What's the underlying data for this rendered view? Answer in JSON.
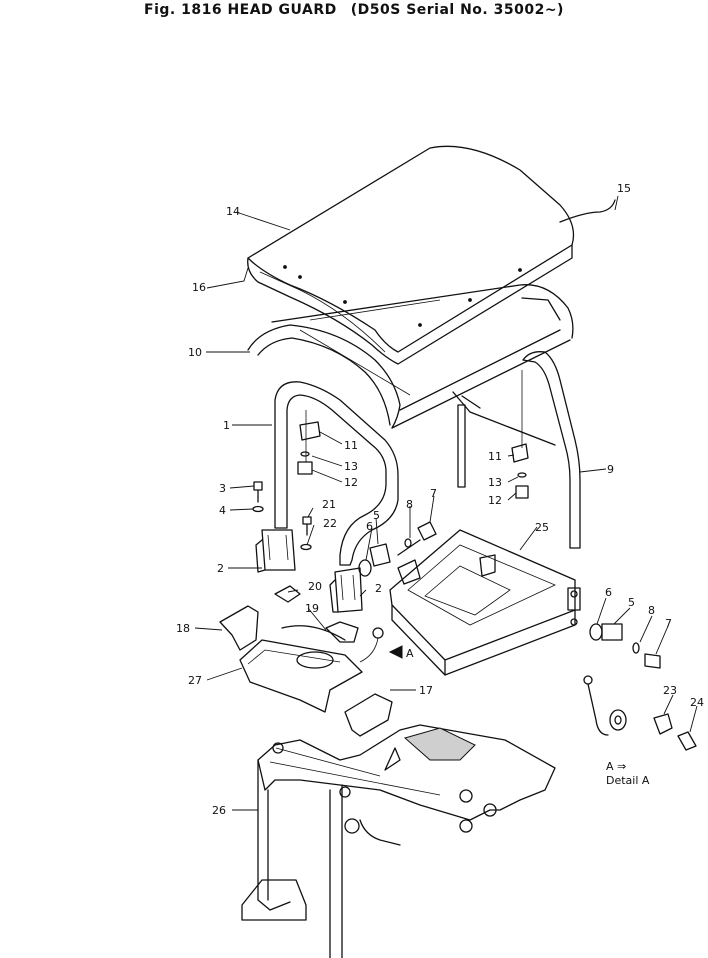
{
  "figure": {
    "title": "Fig. 1816  HEAD GUARD",
    "subtitle": "(D50S Serial No. 35002~)"
  },
  "detail": {
    "view": "A  ⇒  ",
    "name": "Detail A",
    "arrow_letter": "A"
  },
  "callouts": [
    {
      "id": "c1",
      "label": "1"
    },
    {
      "id": "c2a",
      "label": "2"
    },
    {
      "id": "c2b",
      "label": "2"
    },
    {
      "id": "c3",
      "label": "3"
    },
    {
      "id": "c4",
      "label": "4"
    },
    {
      "id": "c5a",
      "label": "5"
    },
    {
      "id": "c5b",
      "label": "5"
    },
    {
      "id": "c6a",
      "label": "6"
    },
    {
      "id": "c6b",
      "label": "6"
    },
    {
      "id": "c7a",
      "label": "7"
    },
    {
      "id": "c7b",
      "label": "7"
    },
    {
      "id": "c8a",
      "label": "8"
    },
    {
      "id": "c8b",
      "label": "8"
    },
    {
      "id": "c9",
      "label": "9"
    },
    {
      "id": "c10",
      "label": "10"
    },
    {
      "id": "c11a",
      "label": "11"
    },
    {
      "id": "c11b",
      "label": "11"
    },
    {
      "id": "c12a",
      "label": "12"
    },
    {
      "id": "c12b",
      "label": "12"
    },
    {
      "id": "c13a",
      "label": "13"
    },
    {
      "id": "c13b",
      "label": "13"
    },
    {
      "id": "c14",
      "label": "14"
    },
    {
      "id": "c15",
      "label": "15"
    },
    {
      "id": "c16",
      "label": "16"
    },
    {
      "id": "c17",
      "label": "17"
    },
    {
      "id": "c18",
      "label": "18"
    },
    {
      "id": "c19",
      "label": "19"
    },
    {
      "id": "c20",
      "label": "20"
    },
    {
      "id": "c21",
      "label": "21"
    },
    {
      "id": "c22",
      "label": "22"
    },
    {
      "id": "c23",
      "label": "23"
    },
    {
      "id": "c24",
      "label": "24"
    },
    {
      "id": "c25",
      "label": "25"
    },
    {
      "id": "c26",
      "label": "26"
    },
    {
      "id": "c27",
      "label": "27"
    }
  ]
}
